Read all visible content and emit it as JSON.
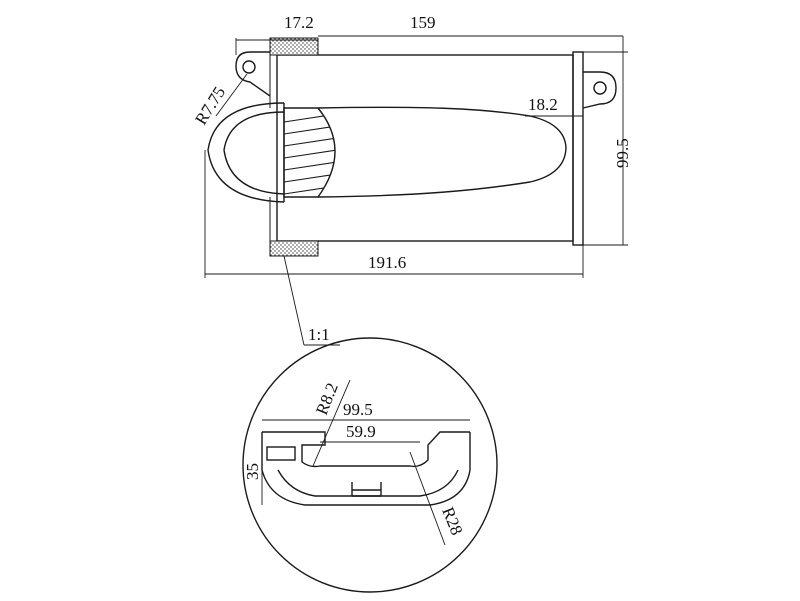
{
  "drawing": {
    "dimensions": {
      "width_17_2": "17.2",
      "length_159": "159",
      "radius_r7_75": "R7.75",
      "width_18_2": "18.2",
      "height_99_5": "99.5",
      "overall_191_6": "191.6"
    },
    "detail": {
      "scale_label": "1:1",
      "radius_r8_2": "R8.2",
      "width_99_5": "99.5",
      "width_59_9": "59.9",
      "height_35": "35",
      "radius_r28": "R28"
    }
  }
}
